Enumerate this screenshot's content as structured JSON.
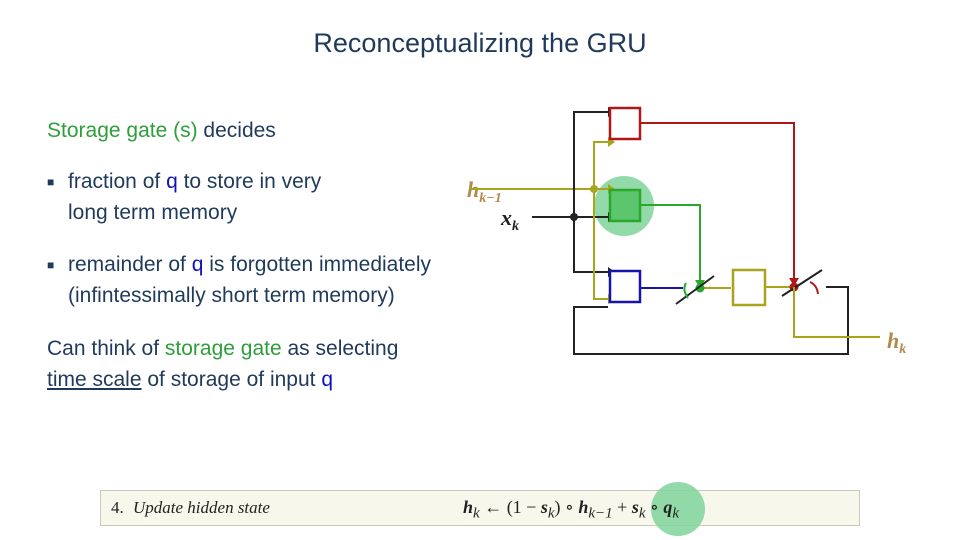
{
  "title": "Reconceptualizing the GRU",
  "heading": {
    "p1": "Storage gate (s)",
    "p2": " decides"
  },
  "bullet1": {
    "p1": "fraction of ",
    "q": "q",
    "p2": " to store in very",
    "line2": "long term memory"
  },
  "bullet2": {
    "p1": "remainder of ",
    "q": "q",
    "p2": " is forgotten immediately",
    "line2": "(infintessimally short term memory)"
  },
  "summary": {
    "p1": "Can think of ",
    "sg": "storage gate",
    "p2": " as selecting",
    "ts": "time scale",
    "p3": " of storage of input ",
    "q": "q"
  },
  "diagram": {
    "input_h": "h",
    "input_h_sub": "k−1",
    "input_x": "x",
    "input_x_sub": "k",
    "output_h": "h",
    "output_h_sub": "k"
  },
  "formula": {
    "step": "4. ",
    "label": "Update hidden state",
    "lhs": "h",
    "lhs_sub": "k",
    "arrow": " ← (1 − ",
    "s1": "s",
    "s1_sub": "k",
    "mid": ") ∘ ",
    "h2": "h",
    "h2_sub": "k−1",
    "plus": " + ",
    "s2": "s",
    "s2_sub": "k",
    "circ": " ∘ ",
    "q": "q",
    "q_sub": "k"
  },
  "colors": {
    "red": "#b01818",
    "olive": "#a8a41c",
    "green": "#2aa82a",
    "blue": "#1515a8",
    "dark": "#222222",
    "text": "#1f3a5a",
    "highlight": "#7fd39a"
  }
}
